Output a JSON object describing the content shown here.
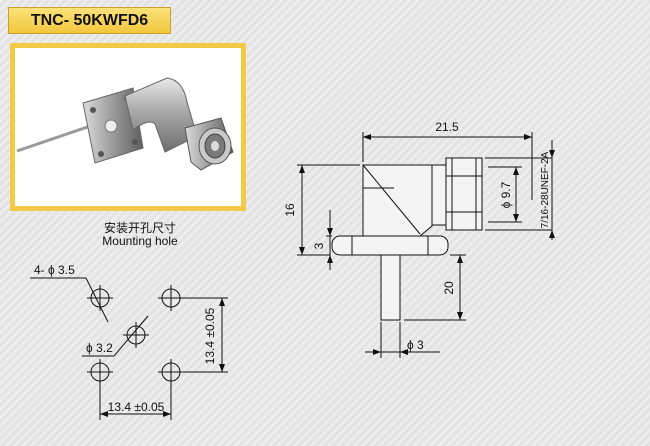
{
  "title": "TNC- 50KWFD6",
  "colors": {
    "title_bg": "#f5cf4a",
    "frame": "#f3c948",
    "line": "#111111",
    "part_fill": "#f4f4f4",
    "photo_bg": "#ffffff"
  },
  "photo": {
    "icon": "connector-photo"
  },
  "mounting_hole": {
    "caption_cn": "安装开孔尺寸",
    "caption_en": "Mounting hole",
    "holes_label": "4- ϕ 3.5",
    "center_label": "ϕ 3.2",
    "vert_dim": "13.4 ±0.05",
    "horiz_dim": "13.4 ±0.05"
  },
  "side_view": {
    "dim_width": "21.5",
    "dim_height": "16",
    "dim_flange": "3",
    "dim_dia": "ϕ 9.7",
    "dim_thread": "7/16-28UNEF-2A",
    "dim_pin_len": "20",
    "dim_pin_dia": "ϕ 3"
  }
}
